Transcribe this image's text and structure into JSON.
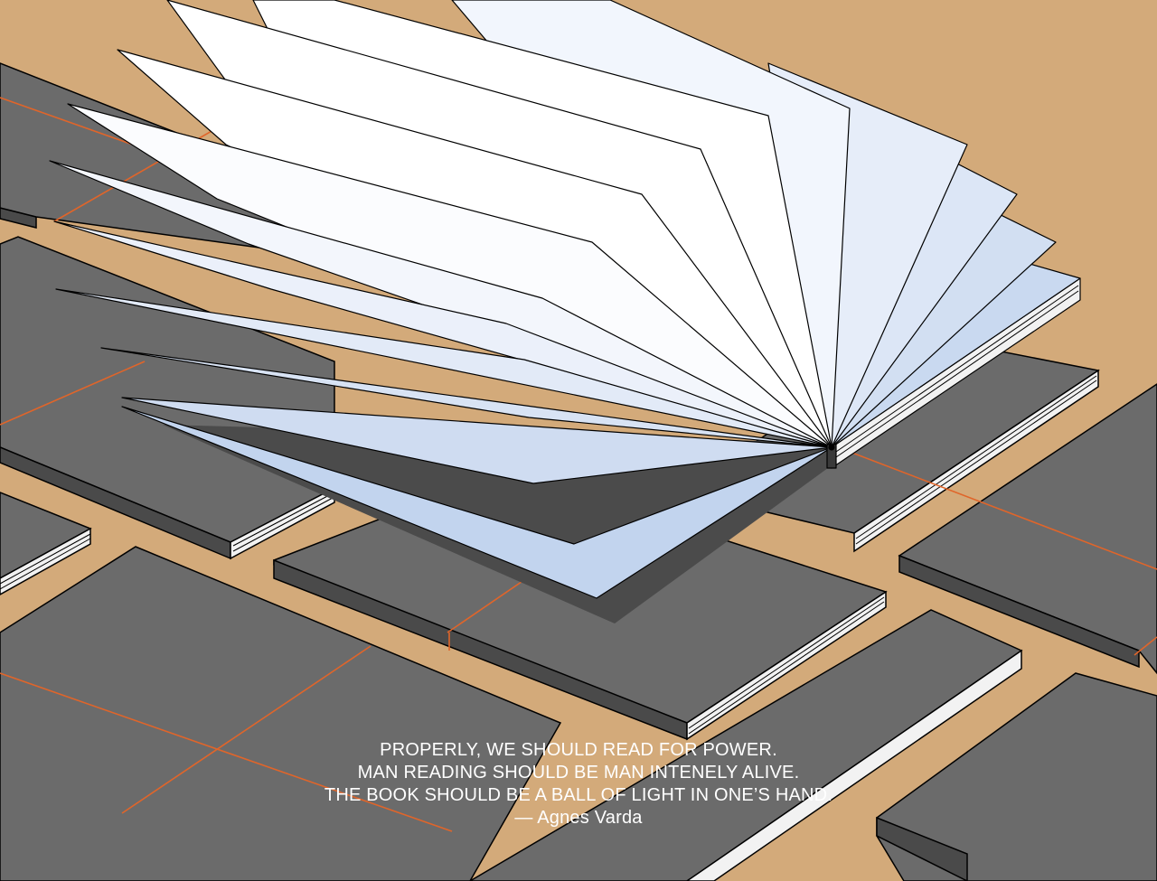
{
  "colors": {
    "background": "#d3aa7a",
    "book_cover": "#6b6b6b",
    "book_cover_side": "#4a4a4a",
    "grid_line": "#e0652a",
    "page_light": "#ffffff",
    "page_blue": "#c2d4ee",
    "shadow": "#4b4b4b",
    "text": "#ffffff"
  },
  "quote": {
    "lines": [
      "PROPERLY, WE SHOULD READ FOR POWER.",
      "MAN READING SHOULD BE MAN INTENELY ALIVE.",
      "THE BOOK SHOULD BE A BALL OF LIGHT IN ONE’S HAND.",
      "— Agnes Varda"
    ]
  }
}
